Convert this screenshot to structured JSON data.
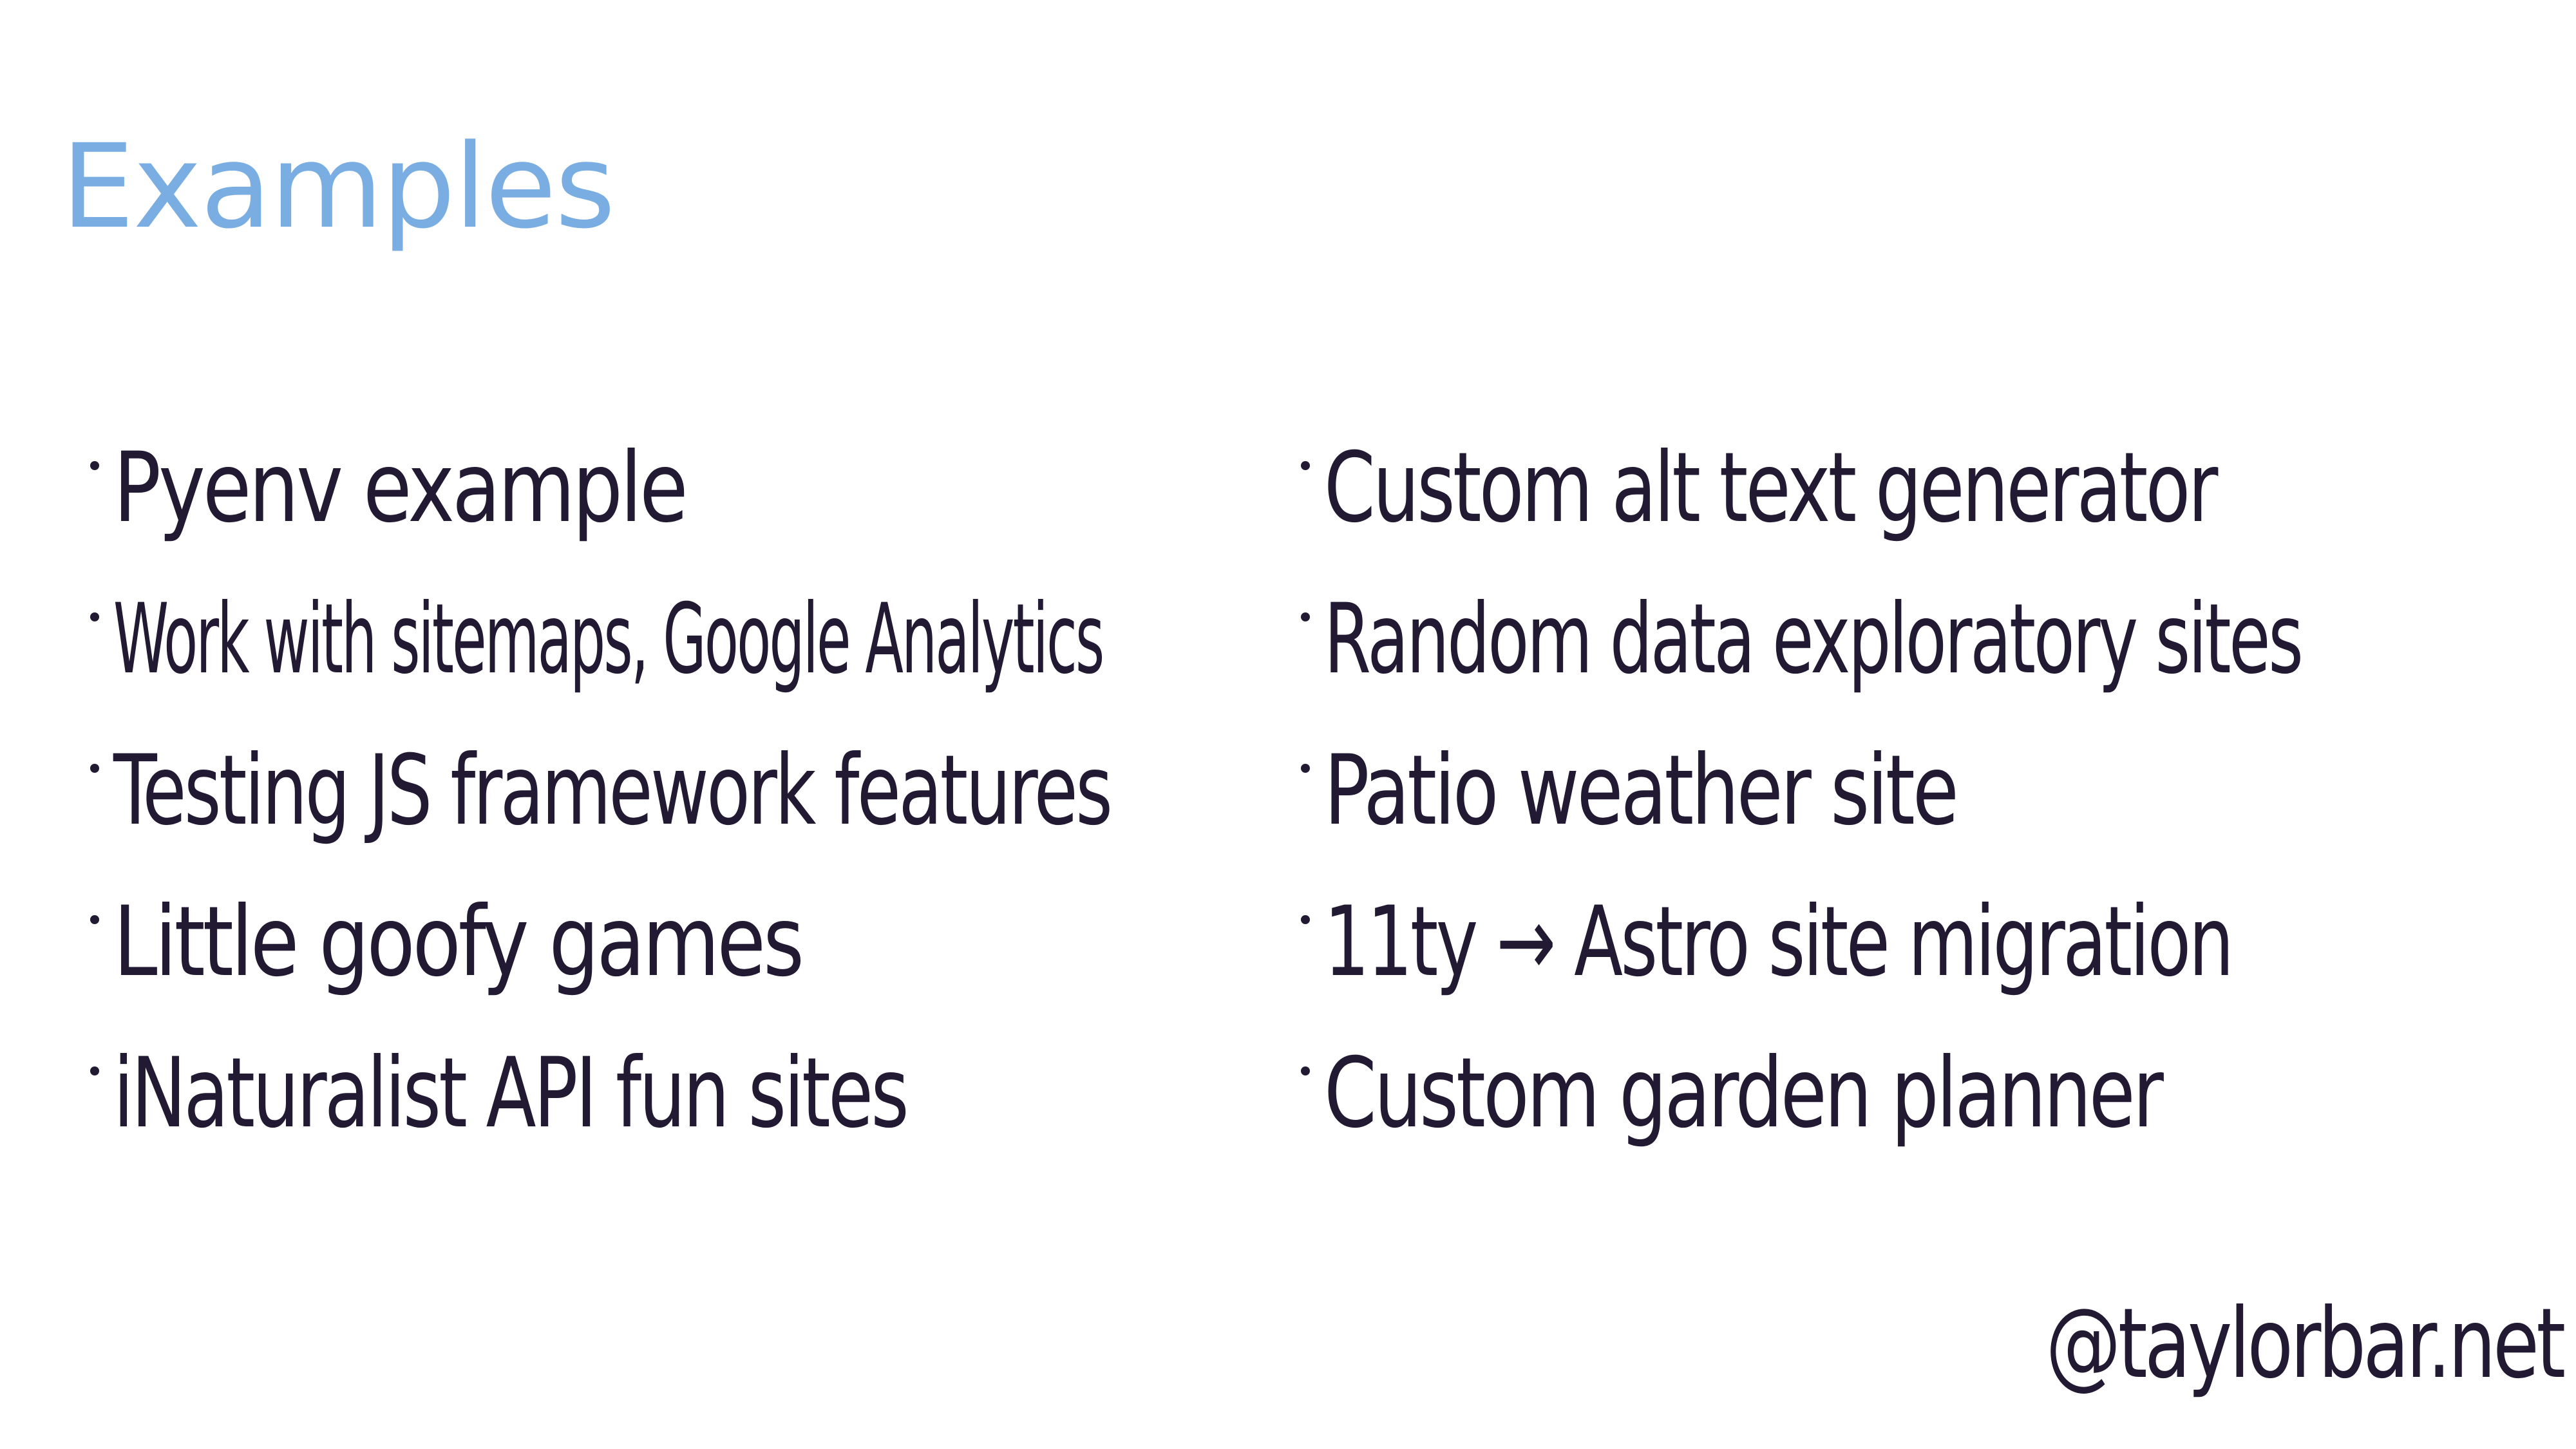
{
  "title": "Examples",
  "left_items": [
    "Pyenv example",
    "Work with sitemaps, Google Analytics",
    "Testing JS framework features",
    "Little goofy games",
    "iNaturalist API fun sites"
  ],
  "right_items": [
    "Custom alt text generator",
    "Random data exploratory sites",
    "Patio weather site",
    "11ty → Astro site migration",
    "Custom garden planner"
  ],
  "credit": "@taylorbar.net",
  "colors": {
    "title": "#7aaee3",
    "text": "#221a33",
    "background": "#ffffff"
  }
}
